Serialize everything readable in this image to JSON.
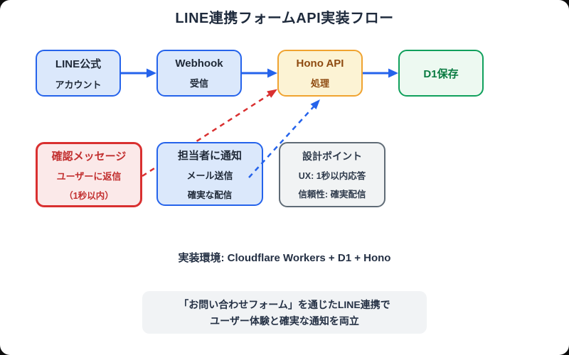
{
  "page": {
    "title": "LINE連携フォームAPI実装フロー",
    "env_note": "実装環境: Cloudflare Workers + D1 + Hono",
    "summary": [
      "「お問い合わせフォーム」を通じたLINE連携で",
      "ユーザー体験と確実な通知を両立"
    ]
  },
  "flow": {
    "nodes": [
      {
        "id": "line-official",
        "style": "blue",
        "lines": [
          "LINE公式",
          "アカウント"
        ]
      },
      {
        "id": "webhook",
        "style": "blue",
        "lines": [
          "Webhook",
          "受信"
        ]
      },
      {
        "id": "hono-api",
        "style": "yellow",
        "lines": [
          "Hono API",
          "処理"
        ]
      },
      {
        "id": "d1-save",
        "style": "green",
        "lines": [
          "D1保存"
        ]
      },
      {
        "id": "confirm-message",
        "style": "red",
        "lines": [
          "確認メッセージ",
          "ユーザーに返信",
          "（1秒以内）"
        ]
      },
      {
        "id": "notify-staff",
        "style": "blue",
        "lines": [
          "担当者に通知",
          "メール送信",
          "確実な配信"
        ]
      },
      {
        "id": "design-points",
        "style": "gray",
        "lines": [
          "設計ポイント",
          "UX: 1秒以内応答",
          "信頼性: 確実配信"
        ]
      }
    ],
    "edges": [
      {
        "from": "line-official",
        "to": "webhook",
        "type": "solid",
        "color": "#2563eb"
      },
      {
        "from": "webhook",
        "to": "hono-api",
        "type": "solid",
        "color": "#2563eb"
      },
      {
        "from": "hono-api",
        "to": "d1-save",
        "type": "solid",
        "color": "#2563eb"
      },
      {
        "from": "confirm-message",
        "to": "hono-api",
        "type": "dashed",
        "color": "#d93030"
      },
      {
        "from": "notify-staff",
        "to": "hono-api",
        "type": "dashed",
        "color": "#2563eb"
      }
    ]
  },
  "colors": {
    "card_bg": "#ffffff",
    "title_text": "#1e2a3c",
    "blue_border": "#2563eb",
    "blue_fill": "#dbe8fb",
    "yellow_border": "#f0a330",
    "yellow_fill": "#fcf3d4",
    "yellow_text": "#8e4a10",
    "green_border": "#10a05c",
    "green_fill": "#edf9f1",
    "green_text": "#0a7c42",
    "red_border": "#d93030",
    "red_fill": "#fbe9e9",
    "red_text": "#c22f2f",
    "gray_border": "#5f6b76",
    "gray_fill": "#f1f3f4",
    "summary_bg": "#f1f3f5",
    "body_text": "#1f2937"
  }
}
